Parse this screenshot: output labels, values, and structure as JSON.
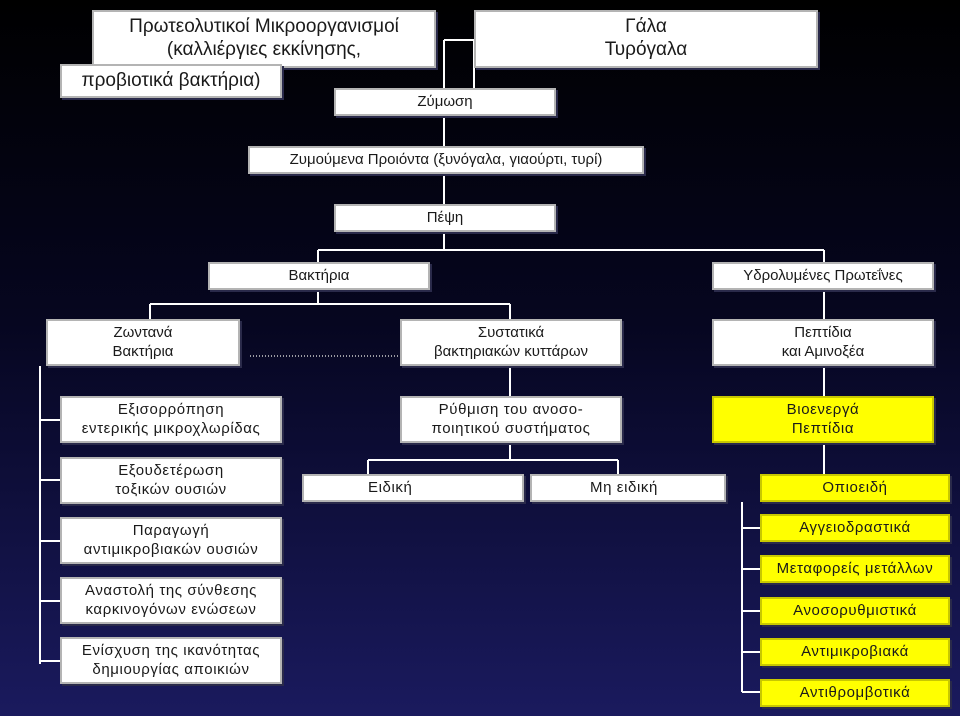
{
  "colors": {
    "box": "#ffffff",
    "highlight": "#ffff00",
    "line": "#ffffff"
  },
  "boxes": {
    "cultures_top": "Πρωτεολυτικοί Μικροοργανισμοί\n(καλλιέργιες εκκίνησης,",
    "probiotics": "προβιοτικά βακτήρια)",
    "milk": "Γάλα\nΤυρόγαλα",
    "fermentation": "Ζύμωση",
    "fermented_products": "Ζυμούμενα Προιόντα (ξυνόγαλα, γιαούρτι, τυρί)",
    "digestion": "Πέψη",
    "bacteria": "Βακτήρια",
    "hydrolyzed_proteins": "Υδρολυμένες Πρωτεΐνες",
    "live_bacteria": "Ζωντανά\nΒακτήρια",
    "cell_components": "Συστατικά\nβακτηριακών κυττάρων",
    "peptides_amino": "Πεπτίδια\nκαι Αμινοξέα",
    "microflora_balance": "Εξισορρόπηση\nεντερικής μικροχλωρίδας",
    "immune_regulation": "Ρύθμιση του ανοσο-\nποιητικού συστήματος",
    "bioactive_peptides": "Βιοενεργά\nΠεπτίδια",
    "toxin_neutralization": "Εξουδετέρωση\nτοξικών ουσιών",
    "specific": "Ειδική",
    "nonspecific": "Μη ειδική",
    "opioid": "Οπιοειδή",
    "antimicrobial_production": "Παραγωγή\nαντιμικροβιακών ουσιών",
    "vasoactive": "Αγγειοδραστικά",
    "carcinogen_inhibition": "Αναστολή της σύνθεσης\nκαρκινογόνων ενώσεων",
    "metal_carriers": "Μεταφορείς μετάλλων",
    "immunomodulating": "Ανοσορυθμιστικά",
    "colonization_enhancement": "Ενίσχυση της ικανότητας\nδημιουργίας αποικιών",
    "antimicrobial": "Αντιμικροβιακά",
    "antithrombotic": "Αντιθρομβοτικά"
  }
}
